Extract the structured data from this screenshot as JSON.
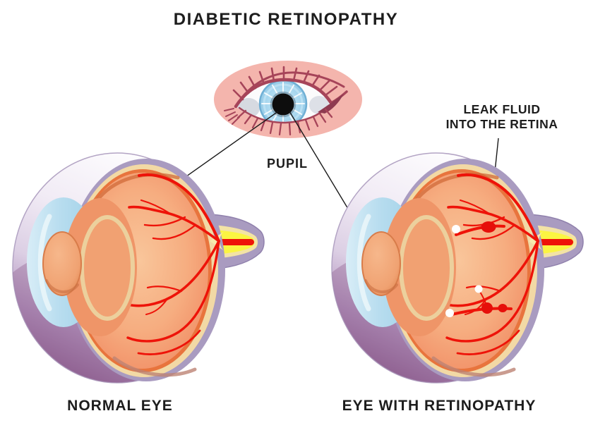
{
  "title": "DIABETIC RETINOPATHY",
  "annotations": {
    "pupil": "PUPIL",
    "leak_fluid_line1": "LEAK FLUID",
    "leak_fluid_line2": "INTO THE RETINA"
  },
  "captions": {
    "left": "NORMAL EYE",
    "right": "EYE WITH RETINOPATHY"
  },
  "colors": {
    "background": "#ffffff",
    "text": "#1d1d1d",
    "leader_line": "#1a1a1a",
    "skin_pink": "#f4b5ad",
    "eyelid_rose": "#a64459",
    "iris_blue": "#abd9f0",
    "pupil_black": "#0d0d0d",
    "sphere_purple": "#8d5e8f",
    "sheath_lavender": "#a99bc0",
    "rim_cream": "#f2d9a5",
    "rim_orange": "#e8743d",
    "retina_salmon": "#f5a478",
    "vessel_red": "#ee1309",
    "cornea_blue": "#aed9ec",
    "nerve_yellow": "#fbf542",
    "exudate_white": "#ffffff",
    "hemorrhage_red": "#e60f0a"
  }
}
